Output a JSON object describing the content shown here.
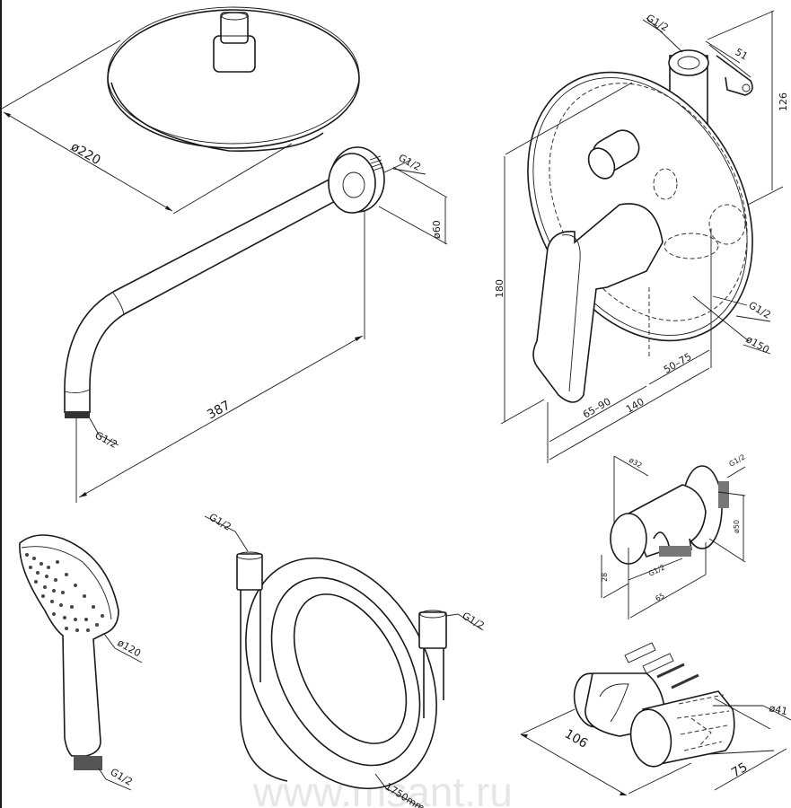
{
  "watermark": "www.msant.ru",
  "colors": {
    "line": "#1a1a1a",
    "background": "#ffffff",
    "watermark": "#e6e6e6"
  },
  "overhead_shower": {
    "diameter": "ø220"
  },
  "shower_arm": {
    "flange_thread": "G1/2",
    "flange_diameter": "ø60",
    "length": "387",
    "outlet_thread": "G1/2"
  },
  "mixer": {
    "inlet_thread": "G1/2",
    "bracket_width": "51",
    "body_height": "126",
    "plate_height": "180",
    "outlet_thread": "G1/2",
    "plate_diameter": "ø150",
    "depth_range_front": "65–90",
    "depth_range_back": "50–75",
    "total_depth": "140"
  },
  "wall_outlet": {
    "top_diameter": "ø32",
    "thread_back": "G1/2",
    "flange_diameter": "ø50",
    "height": "28",
    "thread_bottom": "G1/2",
    "length": "65"
  },
  "hand_shower": {
    "diameter": "ø120",
    "thread": "G1/2"
  },
  "hose": {
    "thread_left": "G1/2",
    "thread_right": "G1/2",
    "length": "1750mm"
  },
  "holder": {
    "length": "106",
    "width": "75",
    "diameter": "ø41"
  }
}
